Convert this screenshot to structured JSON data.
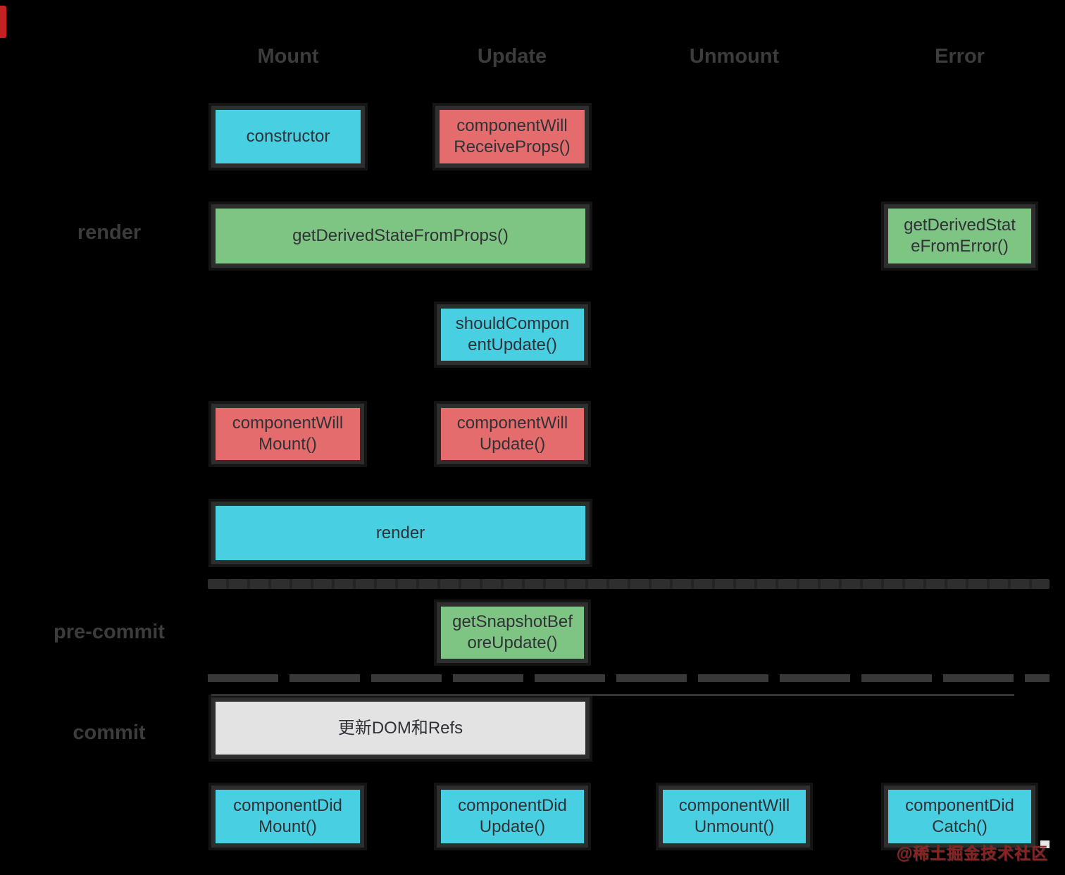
{
  "columns": [
    {
      "label": "Mount"
    },
    {
      "label": "Update"
    },
    {
      "label": "Unmount"
    },
    {
      "label": "Error"
    }
  ],
  "phases": [
    {
      "label": "render"
    },
    {
      "label": "pre-commit"
    },
    {
      "label": "commit"
    }
  ],
  "boxes": [
    {
      "name": "constructor",
      "text": "constructor",
      "color": "#49cfe2"
    },
    {
      "name": "componentWillReceiveProps",
      "text": "componentWill\nReceiveProps()",
      "color": "#e46c6c"
    },
    {
      "name": "getDerivedStateFromProps",
      "text": "getDerivedStateFromProps()",
      "color": "#7ec482"
    },
    {
      "name": "getDerivedStateFromError",
      "text": "getDerivedStat\neFromError()",
      "color": "#7ec482"
    },
    {
      "name": "shouldComponentUpdate",
      "text": "shouldCompon\nentUpdate()",
      "color": "#49cfe2"
    },
    {
      "name": "componentWillMount",
      "text": "componentWill\nMount()",
      "color": "#e46c6c"
    },
    {
      "name": "componentWillUpdate",
      "text": "componentWill\nUpdate()",
      "color": "#e46c6c"
    },
    {
      "name": "render",
      "text": "render",
      "color": "#49cfe2"
    },
    {
      "name": "getSnapshotBeforeUpdate",
      "text": "getSnapshotBef\noreUpdate()",
      "color": "#7ec482"
    },
    {
      "name": "updateDomAndRefs",
      "text": "更新DOM和Refs",
      "color": "#e3e3e3"
    },
    {
      "name": "componentDidMount",
      "text": "componentDid\nMount()",
      "color": "#49cfe2"
    },
    {
      "name": "componentDidUpdate",
      "text": "componentDid\nUpdate()",
      "color": "#49cfe2"
    },
    {
      "name": "componentWillUnmount",
      "text": "componentWill\nUnmount()",
      "color": "#49cfe2"
    },
    {
      "name": "componentDidCatch",
      "text": "componentDid\nCatch()",
      "color": "#49cfe2"
    }
  ],
  "watermark": {
    "text": "@稀土掘金技术社区"
  },
  "colors": {
    "background": "#000000",
    "cyan": "#49cfe2",
    "red": "#e46c6c",
    "green": "#7ec482",
    "gray_box": "#e3e3e3",
    "frame": "#2e2e2e",
    "box_text": "#303237",
    "heading_text": "#3c3c3c",
    "watermark_red": "#8b2121"
  }
}
